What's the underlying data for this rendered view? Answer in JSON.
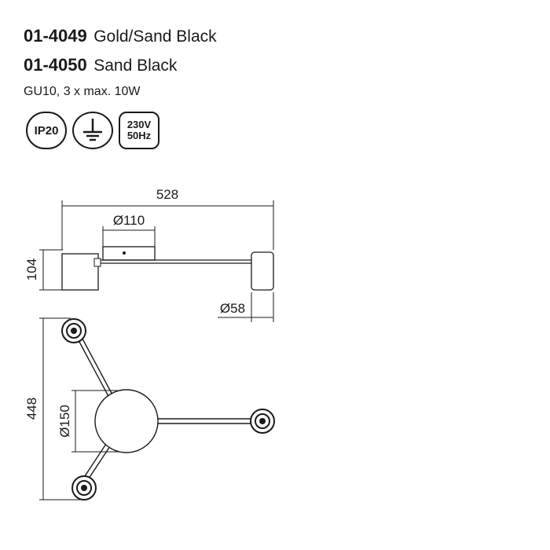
{
  "products": [
    {
      "code": "01-4049",
      "finish": "Gold/Sand Black"
    },
    {
      "code": "01-4050",
      "finish": "Sand Black"
    }
  ],
  "lamp_spec": "GU10,  3 x max. 10W",
  "badges": {
    "ip_rating": "IP20",
    "ground_icon": "protective-earth-icon",
    "voltage": "230V",
    "frequency": "50Hz"
  },
  "dimensions": {
    "total_width": "528",
    "canopy_diameter_side": "Ø110",
    "height": "104",
    "spot_diameter": "Ø58",
    "total_depth": "448",
    "canopy_diameter_top": "Ø150"
  }
}
